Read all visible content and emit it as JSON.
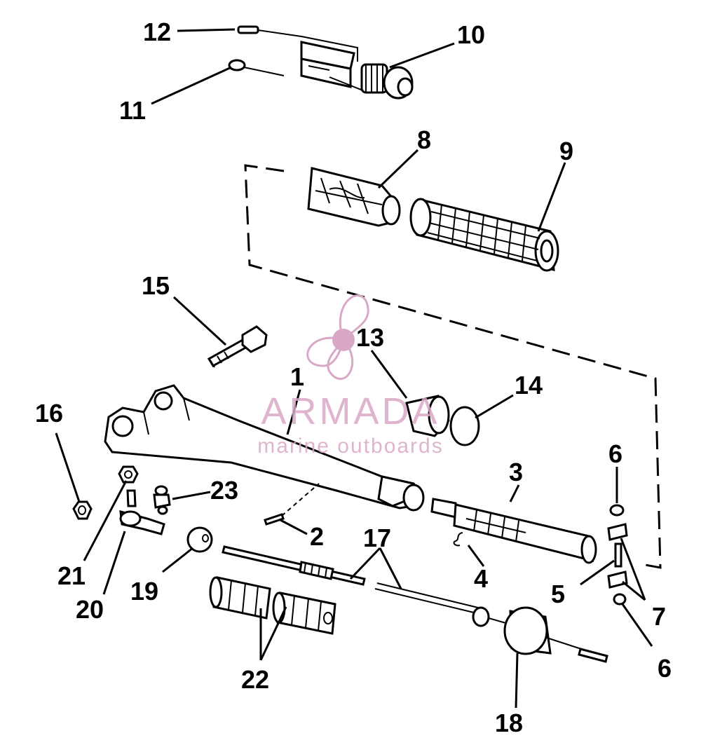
{
  "callouts": [
    {
      "id": "12",
      "label": "12"
    },
    {
      "id": "10",
      "label": "10"
    },
    {
      "id": "11",
      "label": "11"
    },
    {
      "id": "8",
      "label": "8"
    },
    {
      "id": "9",
      "label": "9"
    },
    {
      "id": "15",
      "label": "15"
    },
    {
      "id": "13",
      "label": "13"
    },
    {
      "id": "1",
      "label": "1"
    },
    {
      "id": "14",
      "label": "14"
    },
    {
      "id": "16",
      "label": "16"
    },
    {
      "id": "6a",
      "label": "6"
    },
    {
      "id": "3",
      "label": "3"
    },
    {
      "id": "23",
      "label": "23"
    },
    {
      "id": "2",
      "label": "2"
    },
    {
      "id": "17",
      "label": "17"
    },
    {
      "id": "4",
      "label": "4"
    },
    {
      "id": "5",
      "label": "5"
    },
    {
      "id": "7",
      "label": "7"
    },
    {
      "id": "21",
      "label": "21"
    },
    {
      "id": "19",
      "label": "19"
    },
    {
      "id": "20",
      "label": "20"
    },
    {
      "id": "6b",
      "label": "6"
    },
    {
      "id": "22",
      "label": "22"
    },
    {
      "id": "18",
      "label": "18"
    }
  ],
  "watermark": {
    "title": "ARMADA",
    "subtitle": "marine outboards",
    "color": "#d9a8c6"
  }
}
